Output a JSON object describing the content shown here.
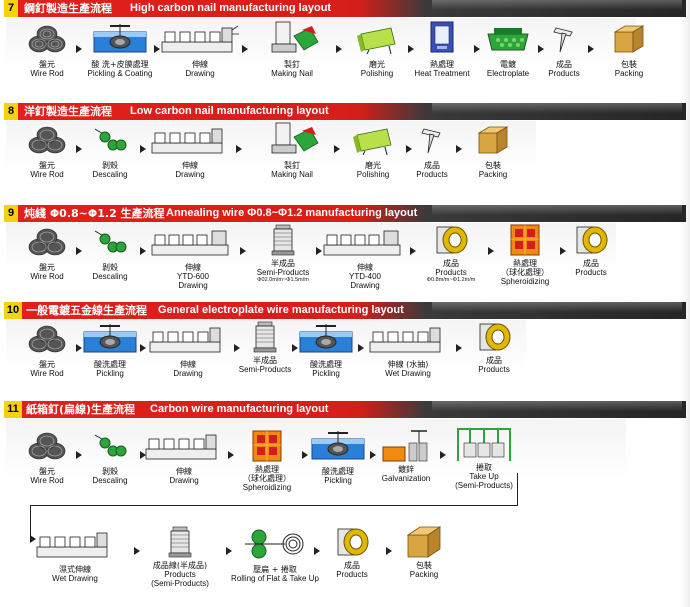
{
  "colors": {
    "banner_red": "#e2201b",
    "banner_dark": "#262626",
    "num_yellow": "#f4d20c",
    "nail_green": "#2aa63a",
    "pickling_blue": "#2a7fd8",
    "box_tan": "#d9a542"
  },
  "sections": [
    {
      "num": "7",
      "title_zh": "鋼釘製造生產流程",
      "title_en": "High carbon nail manufacturing layout",
      "steps": [
        {
          "icon": "wire-rod-coils-icon",
          "zh": "盤元",
          "en": "Wire Rod"
        },
        {
          "icon": "pickling-tank-icon",
          "zh": "酸 洗+皮膜處理",
          "en": "Pickling & Coating"
        },
        {
          "icon": "drawing-machine-icon",
          "zh": "伸線",
          "en": "Drawing"
        },
        {
          "icon": "nail-making-machine-icon",
          "zh": "製釘",
          "en": "Making Nail"
        },
        {
          "icon": "polishing-drum-icon",
          "zh": "磨光",
          "en": "Polishing"
        },
        {
          "icon": "heat-furnace-icon",
          "zh": "熱處理",
          "en": "Heat Treatment"
        },
        {
          "icon": "electroplate-tank-icon",
          "zh": "電鍍",
          "en": "Electroplate"
        },
        {
          "icon": "nail-product-icon",
          "zh": "成品",
          "en": "Products"
        },
        {
          "icon": "packing-box-icon",
          "zh": "包裝",
          "en": "Packing"
        }
      ]
    },
    {
      "num": "8",
      "title_zh": "洋釘製造生產流程",
      "title_en": "Low carbon nail manufacturing layout",
      "steps": [
        {
          "icon": "wire-rod-coils-icon",
          "zh": "盤元",
          "en": "Wire Rod"
        },
        {
          "icon": "descaling-rollers-icon",
          "zh": "剝殼",
          "en": "Descaling"
        },
        {
          "icon": "drawing-machine-icon",
          "zh": "伸線",
          "en": "Drawing"
        },
        {
          "icon": "nail-making-machine-icon",
          "zh": "製釘",
          "en": "Making Nail"
        },
        {
          "icon": "polishing-drum-icon",
          "zh": "磨光",
          "en": "Polishing"
        },
        {
          "icon": "nail-product-icon",
          "zh": "成品",
          "en": "Products"
        },
        {
          "icon": "packing-box-icon",
          "zh": "包裝",
          "en": "Packing"
        }
      ]
    },
    {
      "num": "9",
      "title_zh": "炖綫 Φ0.8~Φ1.2 生產流程",
      "title_en": "Annealing wire Φ0.8~Φ1.2 manufacturing layout",
      "steps": [
        {
          "icon": "wire-rod-coils-icon",
          "zh": "盤元",
          "en": "Wire Rod"
        },
        {
          "icon": "descaling-rollers-icon",
          "zh": "剝殼",
          "en": "Descaling"
        },
        {
          "icon": "drawing-machine-icon",
          "zh": "伸線",
          "en": "YTD-600",
          "en2": "Drawing"
        },
        {
          "icon": "semi-product-coil-icon",
          "zh": "半成品",
          "en": "Semi-Products",
          "sub": "Φ02.0m/m~Φ1.5m/m"
        },
        {
          "icon": "drawing-machine-icon",
          "zh": "伸線",
          "en": "YTD-400",
          "en2": "Drawing"
        },
        {
          "icon": "wire-coil-product-icon",
          "zh": "成品",
          "en": "Products",
          "sub": "Φ0.8m/m~Φ1.2m/m"
        },
        {
          "icon": "spheroidizing-furnace-icon",
          "zh": "熱處理",
          "zh2": "（球化處理）",
          "en": "Spheroidizing"
        },
        {
          "icon": "wire-coil-product-icon",
          "zh": "成品",
          "en": "Products"
        }
      ]
    },
    {
      "num": "10",
      "title_zh": "一般電鍍五金線生產流程",
      "title_en": "General electroplate wire manufacturing layout",
      "steps": [
        {
          "icon": "wire-rod-coils-icon",
          "zh": "盤元",
          "en": "Wire Rod"
        },
        {
          "icon": "pickling-tank-icon",
          "zh": "酸洗處理",
          "en": "Pickling"
        },
        {
          "icon": "drawing-machine-icon",
          "zh": "伸線",
          "en": "Drawing"
        },
        {
          "icon": "semi-product-coil-icon",
          "zh": "半成品",
          "en": "Semi-Products"
        },
        {
          "icon": "pickling-tank-icon",
          "zh": "酸洗處理",
          "en": "Pickling"
        },
        {
          "icon": "drawing-machine-icon",
          "zh": "伸線 (水抽)",
          "en": "Wet Drawing"
        },
        {
          "icon": "wire-coil-product-icon",
          "zh": "成品",
          "en": "Products"
        }
      ]
    },
    {
      "num": "11",
      "title_zh": "紙箱釘(扁線)生產流程",
      "title_en": "Carbon wire manufacturing layout",
      "steps": [
        {
          "icon": "wire-rod-coils-icon",
          "zh": "盤元",
          "en": "Wire Rod"
        },
        {
          "icon": "descaling-rollers-icon",
          "zh": "剝殼",
          "en": "Descaling"
        },
        {
          "icon": "drawing-machine-icon",
          "zh": "伸線",
          "en": "Drawing"
        },
        {
          "icon": "spheroidizing-furnace-icon",
          "zh": "熱處理",
          "zh2": "（球化處理）",
          "en": "Spheroidizing"
        },
        {
          "icon": "pickling-tank-icon",
          "zh": "酸洗處理",
          "en": "Pickling"
        },
        {
          "icon": "galvanization-bath-icon",
          "zh": "鍍鋅",
          "en": "Galvanization"
        },
        {
          "icon": "take-up-frame-icon",
          "zh": "捲取",
          "en": "Take Up",
          "en2": "(Semi-Products)"
        }
      ],
      "steps2": [
        {
          "icon": "drawing-machine-icon",
          "zh": "濕式伸線",
          "en": "Wet Drawing"
        },
        {
          "icon": "semi-product-coil-icon",
          "zh": "成品線(半成品)",
          "en": "Products",
          "en2": "(Semi-Products)"
        },
        {
          "icon": "flat-rolling-icon",
          "zh": "壓扁 + 捲取",
          "en": "Rolling of Flat & Take Up"
        },
        {
          "icon": "wire-coil-product-icon",
          "zh": "成品",
          "en": "Products"
        },
        {
          "icon": "packing-box-icon",
          "zh": "包裝",
          "en": "Packing"
        }
      ]
    }
  ]
}
